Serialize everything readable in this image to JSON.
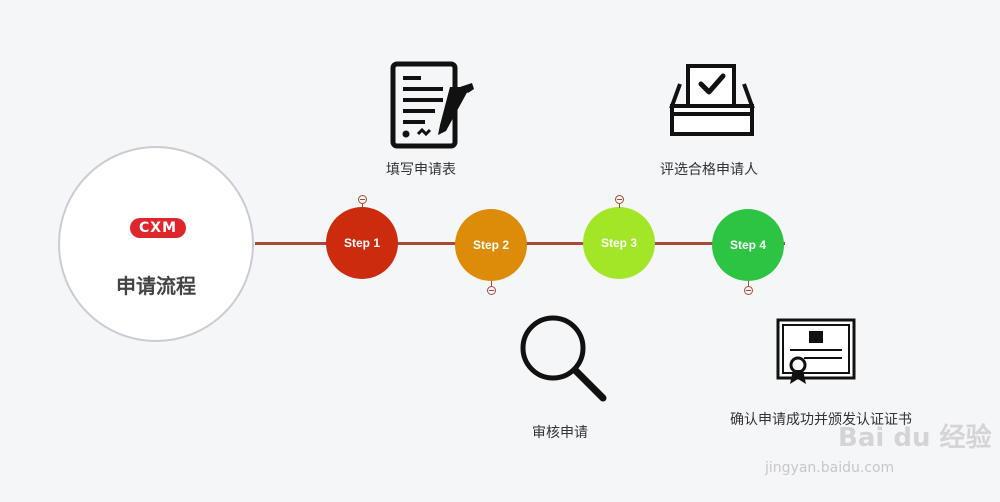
{
  "hub": {
    "logo": "CXM",
    "title": "申请流程"
  },
  "steps": [
    {
      "label": "Step 1",
      "color": "#cc2b0e",
      "caption": "填写申请表",
      "icon": "form-edit-icon"
    },
    {
      "label": "Step 2",
      "color": "#dd8c09",
      "caption": "审核申请",
      "icon": "magnifier-icon"
    },
    {
      "label": "Step 3",
      "color": "#a2e627",
      "caption": "评选合格申请人",
      "icon": "ballot-box-icon"
    },
    {
      "label": "Step 4",
      "color": "#2dc444",
      "caption": "确认申请成功并颁发认证证书",
      "icon": "certificate-icon"
    }
  ],
  "colors": {
    "connector": "#a94a34",
    "background": "#f5f6f8"
  },
  "watermark": {
    "brand": "Bai du 经验",
    "url": "jingyan.baidu.com"
  }
}
